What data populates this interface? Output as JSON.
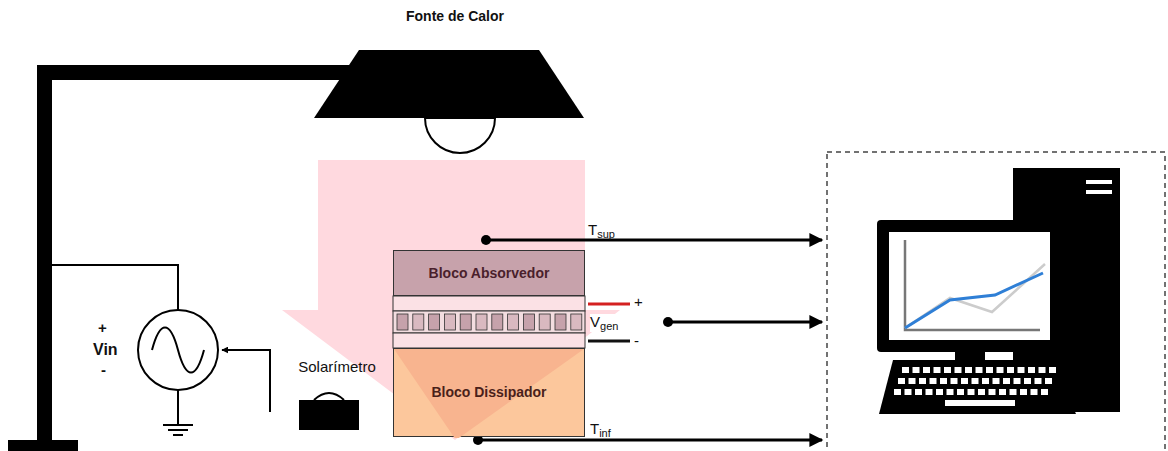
{
  "diagram": {
    "nodes": [
      {
        "text": [
          "Fonte de Calor"
        ]
      },
      {
        "text": [
          "Bloco Absorvedor"
        ]
      },
      {
        "text": [
          "Bloco Dissipador"
        ]
      },
      {
        "text": [
          "Solarímetro"
        ]
      }
    ],
    "labels": [
      "Tsup",
      "+",
      "Vgen",
      "-",
      "Tinf",
      "+",
      "Vin",
      "-"
    ]
  }
}
